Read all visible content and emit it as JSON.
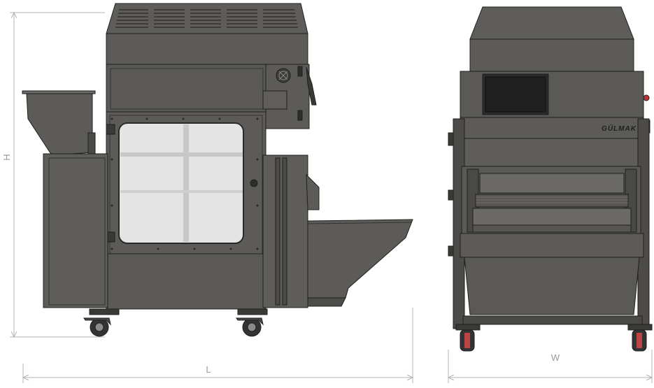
{
  "dimensions": {
    "height_label": "H",
    "length_label": "L",
    "width_label": "W"
  },
  "brand": {
    "logo_text": "GÜLMAK"
  },
  "colors": {
    "body": "#5c5b57",
    "body_dark": "#3a3936",
    "body_light": "#6b6a66",
    "window": "#e4e4e4",
    "dimension_line": "#b5b5b5",
    "outline": "#1f1f1f"
  }
}
